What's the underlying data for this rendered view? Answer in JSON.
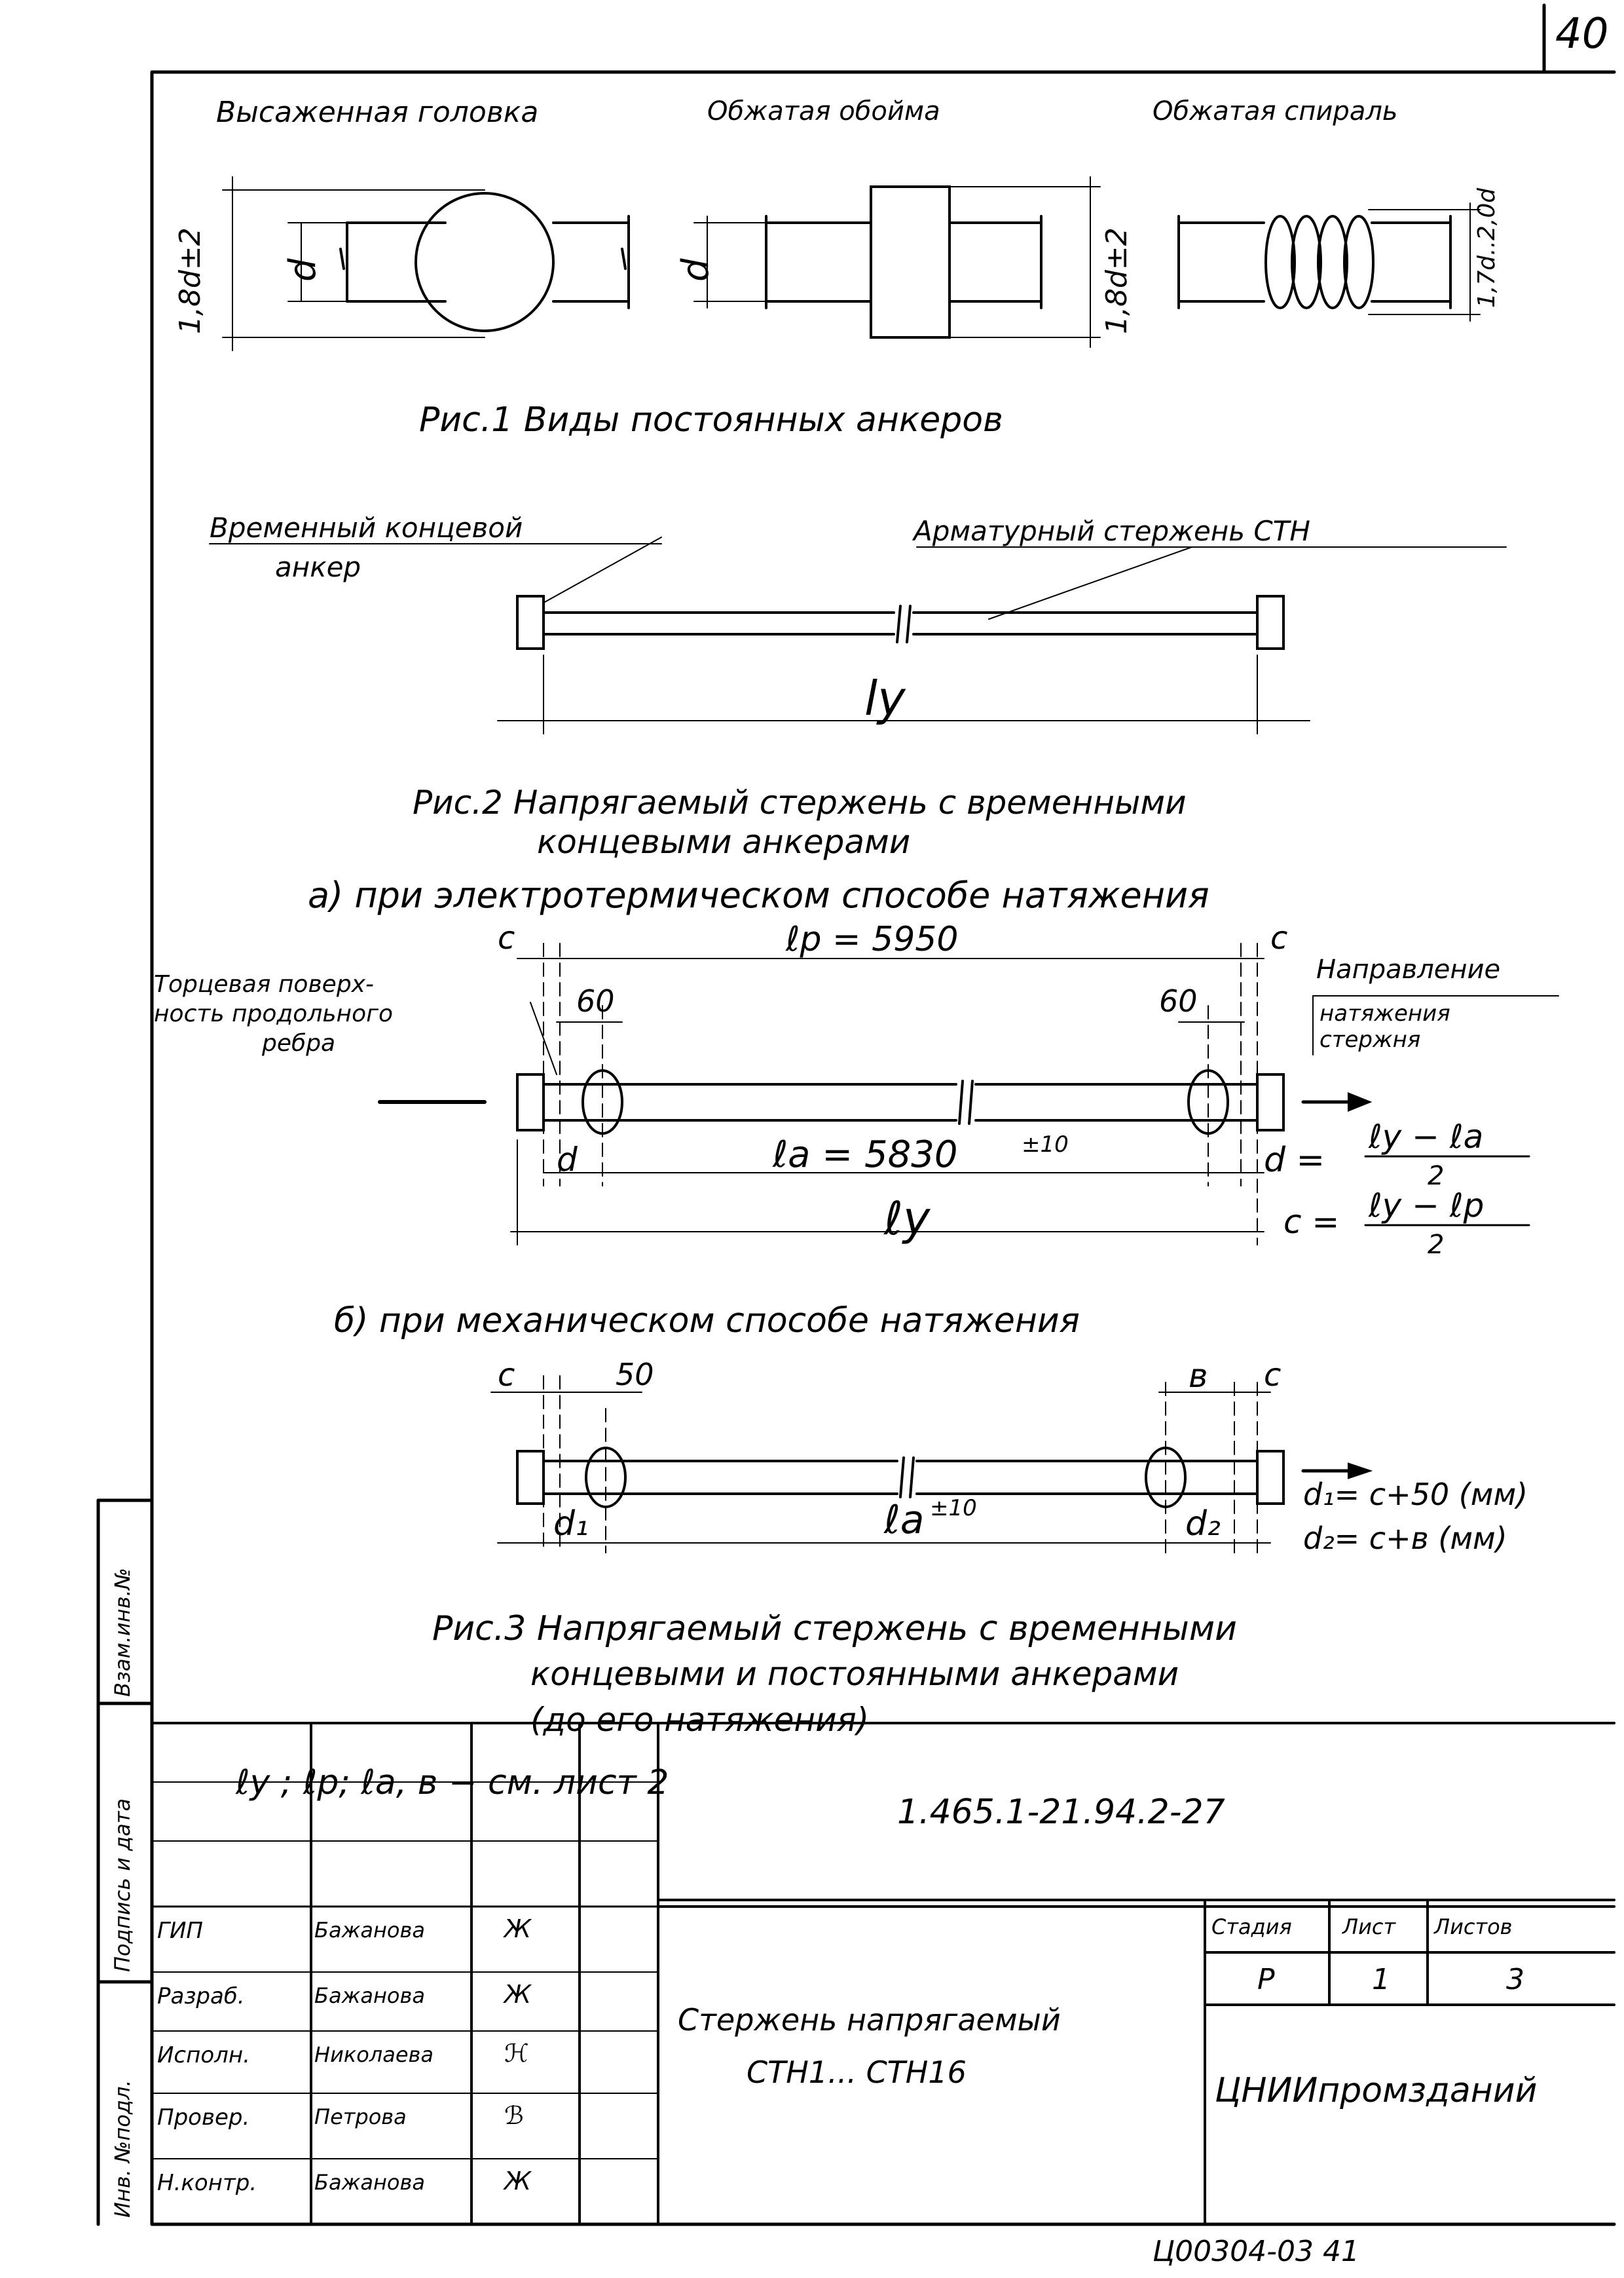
{
  "page_number": "40",
  "fig1": {
    "labels": [
      "Высаженная головка",
      "Обжатая обойма",
      "Обжатая спираль"
    ],
    "dims": [
      "d",
      "1,8d±2",
      "d",
      "1,8d±2",
      "1,7d..2,0d"
    ],
    "caption": "Рис.1   Виды постоянных анкеров"
  },
  "fig2": {
    "label_left_1": "Временный концевой",
    "label_left_2": "анкер",
    "label_right": "Арматурный стержень СТН",
    "dim": "ly",
    "caption_1": "Рис.2 Напрягаемый стержень с временными",
    "caption_2": "концевыми анкерами"
  },
  "fig3a": {
    "title": "а) при электротермическом способе натяжения",
    "c_left": "c",
    "c_right": "c",
    "lp": "ℓp = 5950",
    "d60_left": "60",
    "d60_right": "60",
    "torec_1": "Торцевая поверх-",
    "torec_2": "ность продольного",
    "torec_3": "ребра",
    "dir_1": "Направление",
    "dir_2": "натяжения",
    "dir_3": "стержня",
    "d_left": "d",
    "la": "ℓa = 5830",
    "la_tol": "±10",
    "d_right": "d =",
    "ly": "ℓy",
    "c_eq": "c =",
    "f1_num": "ℓy − ℓa",
    "f1_den": "2",
    "f2_num": "ℓy − ℓp",
    "f2_den": "2"
  },
  "fig3b": {
    "title": "б) при механическом способе натяжения",
    "c_left": "c",
    "d50": "50",
    "b": "в",
    "c_right": "c",
    "la": "ℓa",
    "la_tol": "±10",
    "d1": "d₁",
    "d2": "d₂",
    "eq1": "d₁= c+50 (мм)",
    "eq2": "d₂= c+в (мм)",
    "caption_1": "Рис.3 Напрягаемый стержень с временными",
    "caption_2": "концевыми и постоянными анкерами",
    "caption_3": "(до его натяжения)"
  },
  "note": "ℓy ; ℓp; ℓa, в − см. лист 2",
  "side_stamp": [
    "Инв. №подл.",
    "Подпись и дата",
    "Взам.инв.№"
  ],
  "title_block": {
    "code": "1.465.1-21.94.2-27",
    "rows": [
      {
        "role": "ГИП",
        "name": "Бажанова",
        "sig": "Ж"
      },
      {
        "role": "Разраб.",
        "name": "Бажанова",
        "sig": "Ж"
      },
      {
        "role": "Исполн.",
        "name": "Николаева",
        "sig": "ℋ"
      },
      {
        "role": "Провер.",
        "name": "Петрова",
        "sig": "ℬ"
      },
      {
        "role": "Н.контр.",
        "name": "Бажанова",
        "sig": "Ж"
      }
    ],
    "name_1": "Стержень напрягаемый",
    "name_2": "СТН1... СТН16",
    "h_stage": "Стадия",
    "h_sheet": "Лист",
    "h_sheets": "Листов",
    "stage": "Р",
    "sheet": "1",
    "sheets": "3",
    "org": "ЦНИИпромзданий"
  },
  "footer_code": "Ц00304-03  41"
}
